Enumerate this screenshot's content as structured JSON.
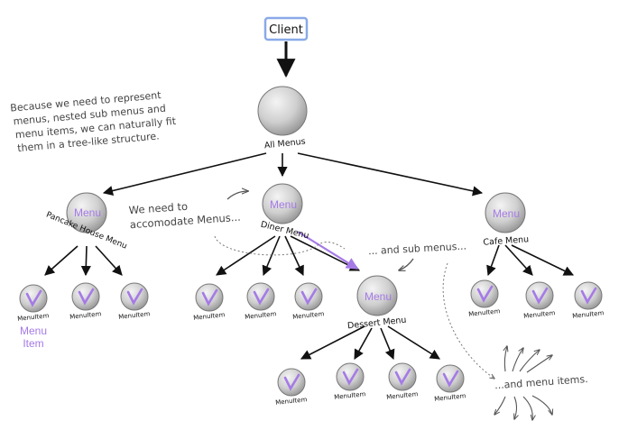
{
  "client": {
    "label": "Client"
  },
  "nodes": {
    "all_menus": "All Menus",
    "pancake_house": "Pancake House Menu",
    "diner": "Diner Menu",
    "cafe": "Cafe Menu",
    "dessert": "Dessert Menu",
    "menu_text": "Menu",
    "menu_item": "MenuItem"
  },
  "annotations": {
    "tree_note": [
      "Because we need to represent",
      "menus, nested sub menus and",
      "menu items, we can naturally fit",
      "them in a tree-like structure."
    ],
    "menus_note": [
      "We need to",
      "accomodate Menus..."
    ],
    "submenus_note": "... and sub menus...",
    "items_note": "...and menu items.",
    "legend": [
      "Menu",
      "Item"
    ]
  },
  "colors": {
    "accent": "#a57ae6",
    "client_border": "#8aa9e8",
    "node_fill": "#c9c9c9",
    "edge": "#111111"
  }
}
